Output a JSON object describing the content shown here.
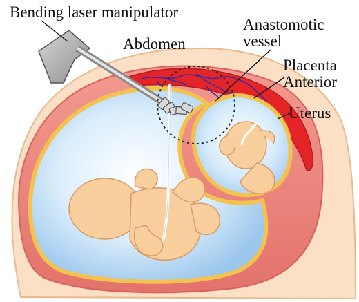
{
  "labels": {
    "device": "Bending laser manipulator",
    "abdomen": "Abdomen",
    "anastomotic_line1": "Anastomotic",
    "anastomotic_line2": "vessel",
    "placenta_line1": "Placenta",
    "placenta_line2": "Anterior",
    "uterus": "Uterus"
  },
  "colors": {
    "skin": "#fbe0c6",
    "skin_outline": "#e9b98d",
    "uterus_wall": "#ef8f86",
    "uterus_dark": "#d9605a",
    "placenta": "#e52428",
    "vessels": "#3a2aa6",
    "membrane": "#f3c24f",
    "amniotic_fluid": "#cfe7fb",
    "fetus": "#f9cf9e",
    "fetus_outline": "#d79a62",
    "instrument": "#b8b8b8"
  }
}
